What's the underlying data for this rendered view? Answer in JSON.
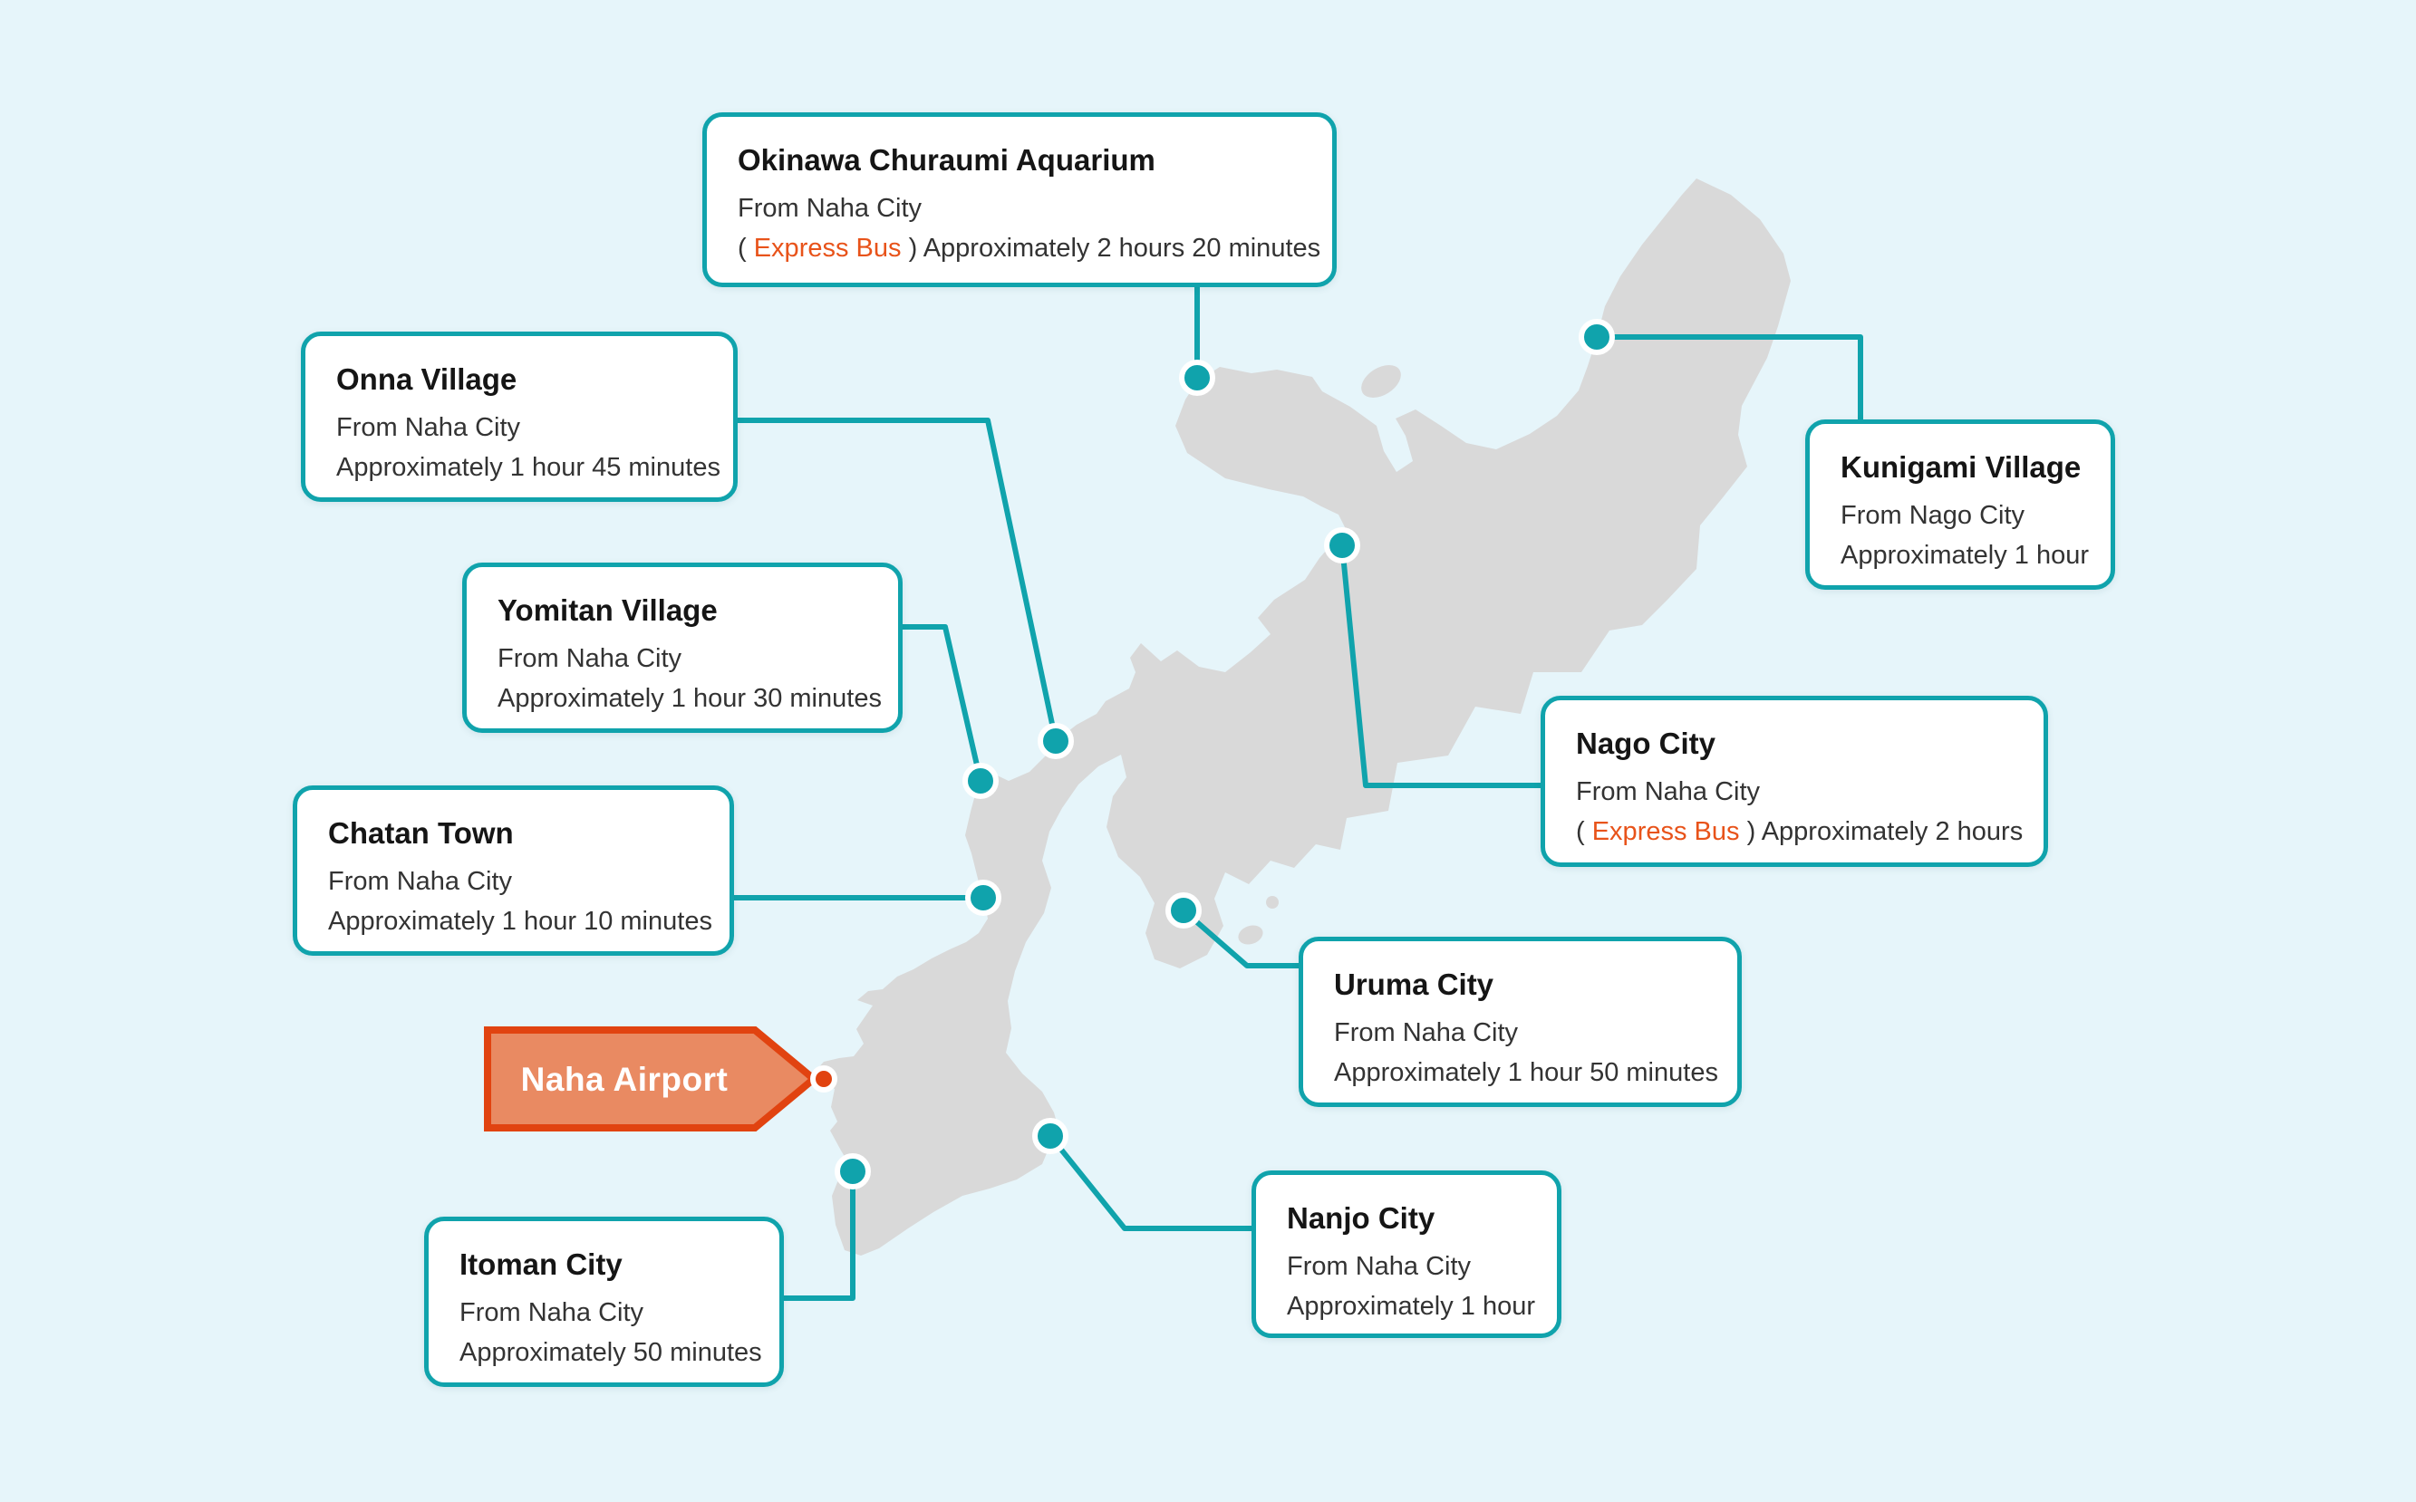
{
  "map": {
    "region": "Okinawa travel times map",
    "airport_label": "Naha Airport",
    "colors": {
      "background": "#e6f5fa",
      "land": "#d9d9d9",
      "accent_teal": "#10a3ac",
      "accent_orange": "#e8531a",
      "arrow_fill": "#e98a62",
      "arrow_border": "#e14310"
    }
  },
  "locations": [
    {
      "title": "Okinawa Churaumi Aquarium",
      "from_line": "From Naha City",
      "paren_open": "( ",
      "express": "Express Bus",
      "paren_close": " ) ",
      "time": "Approximately 2 hours 20 minutes"
    },
    {
      "title": "Onna Village",
      "from_line": "From Naha City",
      "paren_open": "",
      "express": "",
      "paren_close": "",
      "time": "Approximately 1 hour 45 minutes"
    },
    {
      "title": "Yomitan Village",
      "from_line": "From Naha City",
      "paren_open": "",
      "express": "",
      "paren_close": "",
      "time": "Approximately 1 hour 30 minutes"
    },
    {
      "title": "Chatan Town",
      "from_line": "From Naha City",
      "paren_open": "",
      "express": "",
      "paren_close": "",
      "time": "Approximately 1 hour 10 minutes"
    },
    {
      "title": "Kunigami Village",
      "from_line": "From Nago City",
      "paren_open": "",
      "express": "",
      "paren_close": "",
      "time": "Approximately 1 hour"
    },
    {
      "title": "Nago City",
      "from_line": "From Naha City",
      "paren_open": "( ",
      "express": "Express Bus",
      "paren_close": " ) ",
      "time": "Approximately 2 hours"
    },
    {
      "title": "Uruma City",
      "from_line": "From Naha City",
      "paren_open": "",
      "express": "",
      "paren_close": "",
      "time": "Approximately 1 hour 50 minutes"
    },
    {
      "title": "Nanjo City",
      "from_line": "From Naha City",
      "paren_open": "",
      "express": "",
      "paren_close": "",
      "time": "Approximately 1 hour"
    },
    {
      "title": "Itoman City",
      "from_line": "From Naha City",
      "paren_open": "",
      "express": "",
      "paren_close": "",
      "time": "Approximately 50 minutes"
    }
  ]
}
